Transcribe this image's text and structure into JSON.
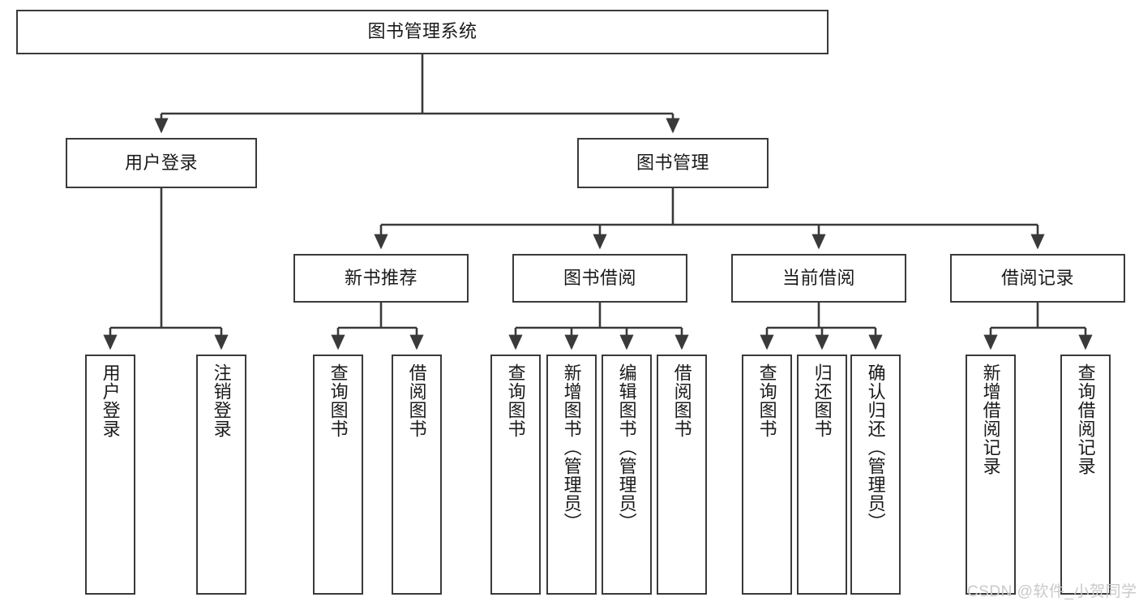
{
  "diagram": {
    "title": "图书管理系统",
    "watermark": "CSDN @软件_小贺同学",
    "line_color": "#3a3a3a",
    "box_fill": "#ffffff",
    "text_color": "#1a1a1a",
    "watermark_color": "#c9c9c9"
  },
  "nodes": {
    "root": {
      "label": "图书管理系统"
    },
    "level2": [
      {
        "label": "用户登录"
      },
      {
        "label": "图书管理"
      }
    ],
    "level3": [
      {
        "label": "新书推荐"
      },
      {
        "label": "图书借阅"
      },
      {
        "label": "当前借阅"
      },
      {
        "label": "借阅记录"
      }
    ],
    "leaves_user_login": [
      {
        "label": "用户登录"
      },
      {
        "label": "注销登录"
      }
    ],
    "leaves_new_book": [
      {
        "label": "查询图书"
      },
      {
        "label": "借阅图书"
      }
    ],
    "leaves_borrow": [
      {
        "label": "查询图书"
      },
      {
        "label": "新增图书（管理员）"
      },
      {
        "label": "编辑图书（管理员）"
      },
      {
        "label": "借阅图书"
      }
    ],
    "leaves_current": [
      {
        "label": "查询图书"
      },
      {
        "label": "归还图书"
      },
      {
        "label": "确认归还（管理员）"
      }
    ],
    "leaves_records": [
      {
        "label": "新增借阅记录"
      },
      {
        "label": "查询借阅记录"
      }
    ]
  }
}
